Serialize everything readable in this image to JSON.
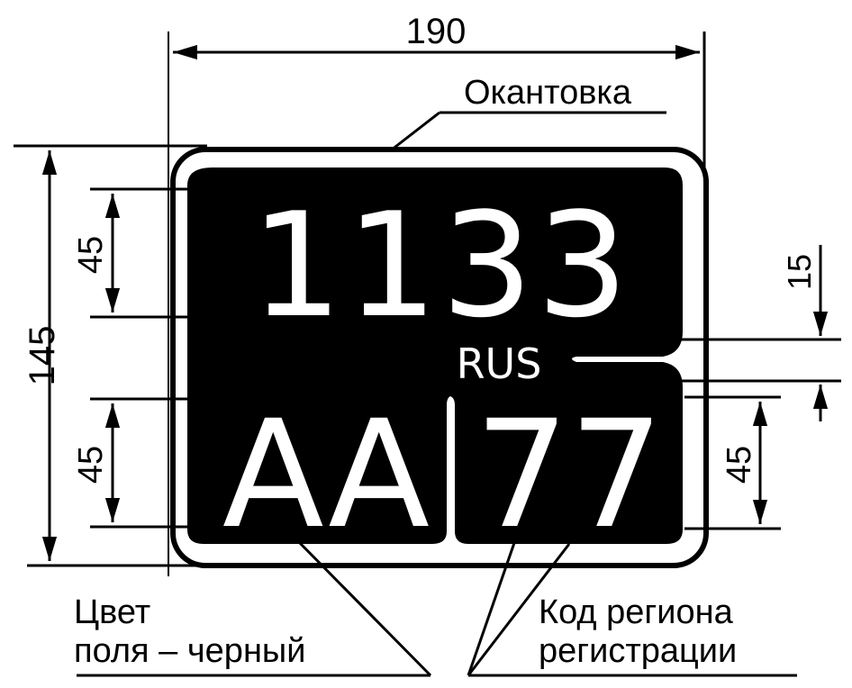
{
  "diagram": {
    "type": "license-plate-dimension-drawing",
    "colors": {
      "ink": "#000000",
      "paper": "#ffffff"
    },
    "plate": {
      "top_number": "1133",
      "country_code": "RUS",
      "series_letters": "AA",
      "region_code": "77"
    },
    "dimensions": {
      "width": "190",
      "height": "145",
      "top_row_height": "45",
      "bottom_row_height_left": "45",
      "bottom_row_height_right": "45",
      "rus_band_height": "15"
    },
    "callouts": {
      "border": "Окантовка",
      "field_color_line1": "Цвет",
      "field_color_line2": "поля – черный",
      "region_code_line1": "Код региона",
      "region_code_line2": "регистрации"
    }
  }
}
